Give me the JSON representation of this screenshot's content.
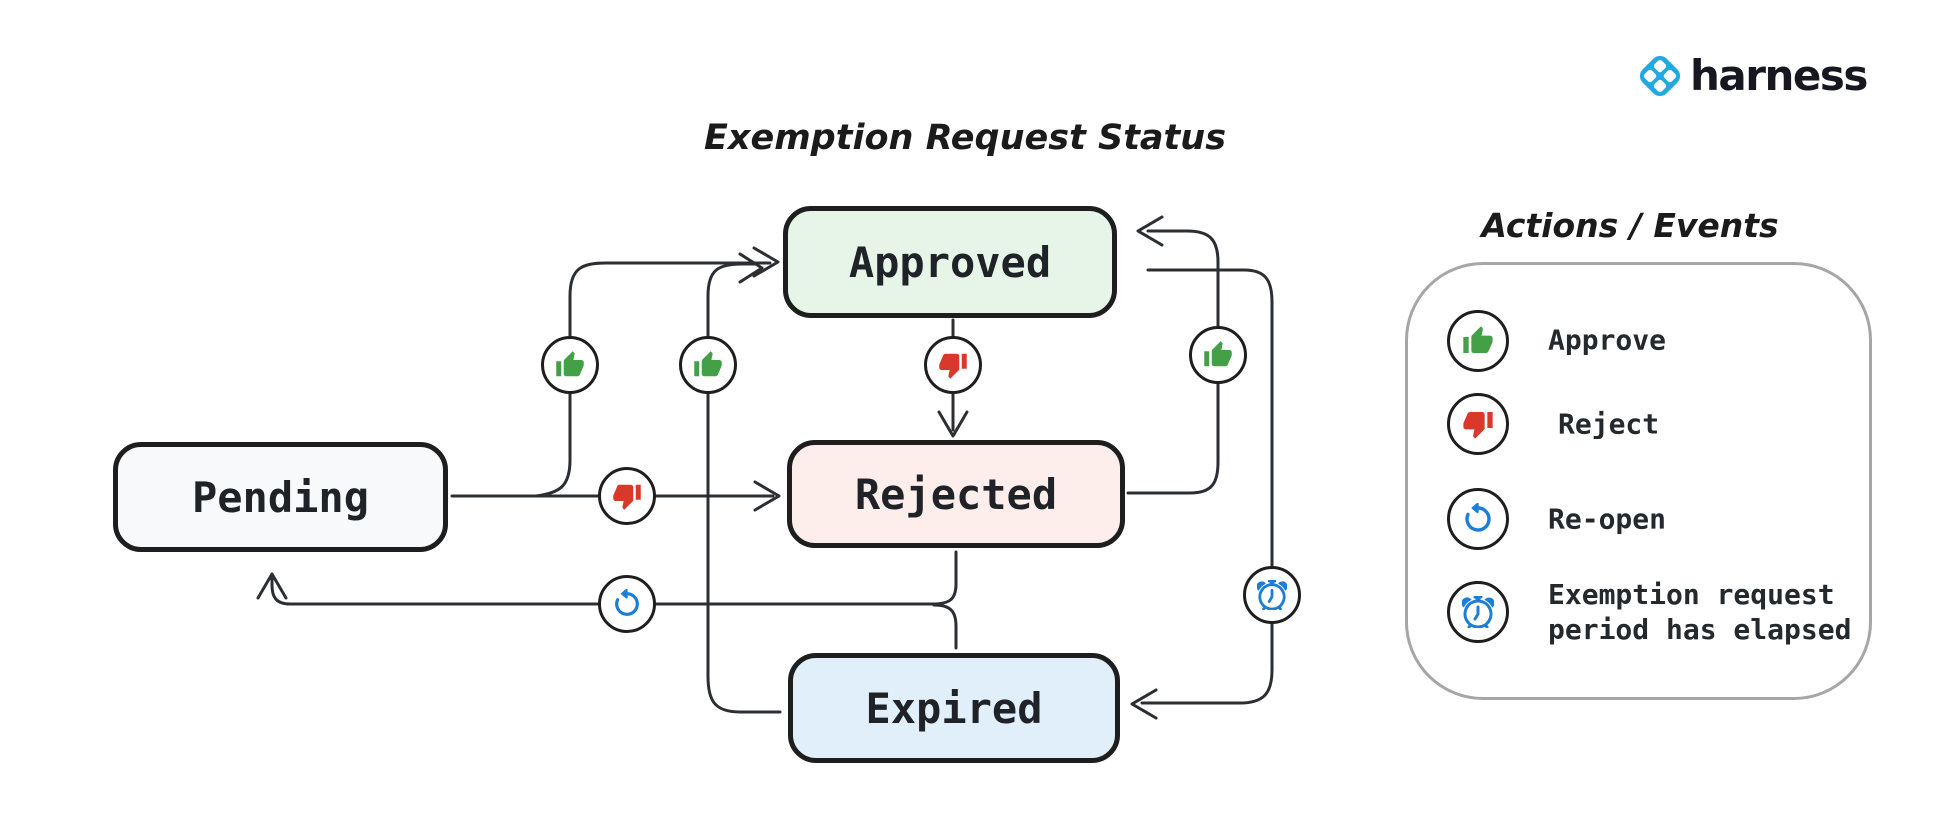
{
  "logo": {
    "brand": "harness"
  },
  "diagram": {
    "title": "Exemption Request Status",
    "states": [
      {
        "id": "pending",
        "label": "Pending",
        "fill": "#f8f9fa"
      },
      {
        "id": "approved",
        "label": "Approved",
        "fill": "#e7f5e9"
      },
      {
        "id": "rejected",
        "label": "Rejected",
        "fill": "#fdeeec"
      },
      {
        "id": "expired",
        "label": "Expired",
        "fill": "#e1effa"
      }
    ],
    "transitions": [
      {
        "from": "Pending",
        "to": "Approved",
        "action": "Approve"
      },
      {
        "from": "Pending",
        "to": "Rejected",
        "action": "Reject"
      },
      {
        "from": "Approved",
        "to": "Rejected",
        "action": "Reject"
      },
      {
        "from": "Rejected",
        "to": "Approved",
        "action": "Approve"
      },
      {
        "from": "Expired",
        "to": "Approved",
        "action": "Approve"
      },
      {
        "from": "Approved",
        "to": "Expired",
        "action": "Exemption request period has elapsed"
      },
      {
        "from": "Rejected",
        "to": "Pending",
        "action": "Re-open"
      },
      {
        "from": "Expired",
        "to": "Pending",
        "action": "Re-open"
      }
    ]
  },
  "legend": {
    "title": "Actions / Events",
    "items": [
      {
        "icon": "thumbs-up-icon",
        "label": "Approve",
        "color": "#43a047"
      },
      {
        "icon": "thumbs-down-icon",
        "label": "Reject",
        "color": "#d9392b"
      },
      {
        "icon": "reopen-icon",
        "label": "Re-open",
        "color": "#1c7ed6"
      },
      {
        "icon": "alarm-clock-icon",
        "label": "Exemption request period has elapsed",
        "color": "#1c7ed6"
      }
    ]
  }
}
